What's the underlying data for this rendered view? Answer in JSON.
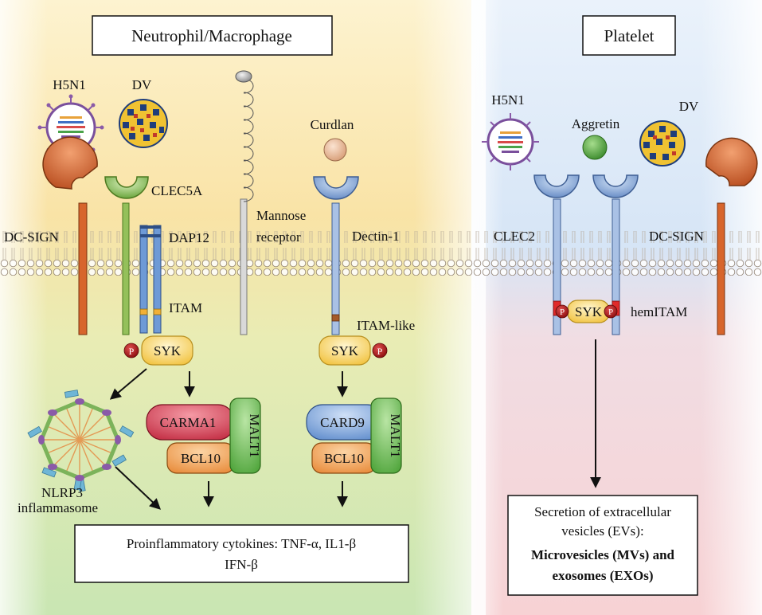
{
  "panels": {
    "left_title": "Neutrophil/Macrophage",
    "right_title": "Platelet"
  },
  "left_labels": {
    "h5n1": "H5N1",
    "dv": "DV",
    "clec5a": "CLEC5A",
    "dc_sign": "DC-SIGN",
    "dap12": "DAP12",
    "mannose_1": "Mannose",
    "mannose_2": "receptor",
    "curdlan": "Curdlan",
    "dectin1": "Dectin-1",
    "itam": "ITAM",
    "itam_like": "ITAM-like",
    "syk": "SYK",
    "p": "P",
    "carma1": "CARMA1",
    "malt1": "MALT1",
    "bcl10": "BCL10",
    "card9": "CARD9",
    "nlrp3_1": "NLRP3",
    "nlrp3_2": "inflammasome",
    "output_line1": "Proinflammatory cytokines: TNF-α, IL1-β",
    "output_line2": "IFN-β"
  },
  "right_labels": {
    "h5n1": "H5N1",
    "aggretin": "Aggretin",
    "dv": "DV",
    "clec2": "CLEC2",
    "dc_sign": "DC-SIGN",
    "syk": "SYK",
    "p": "P",
    "hemitam": "hemITAM",
    "output_line1": "Secretion of extracellular",
    "output_line2": "vesicles (EVs):",
    "output_line3": "Microvesicles (MVs) and",
    "output_line4": "exosomes (EXOs)"
  },
  "colors": {
    "left_top_bg": "#fbe7b0",
    "left_bottom_bg": "#cfe8b8",
    "right_top_bg": "#dce9f7",
    "right_bottom_bg": "#f6d3d6",
    "receptor_blue": "#8fb0dd",
    "receptor_green": "#94c05a",
    "dc_sign_orange": "#d7652c",
    "syk_yellow": "#f7d66a",
    "p_red": "#b01818",
    "carma_red": "#d9465a",
    "bcl_orange": "#f2a35b",
    "malt_green": "#6ebd5a",
    "card9_blue": "#7ea6db",
    "curdlan_tan": "#e9b894",
    "aggretin_green": "#5aa84a"
  }
}
